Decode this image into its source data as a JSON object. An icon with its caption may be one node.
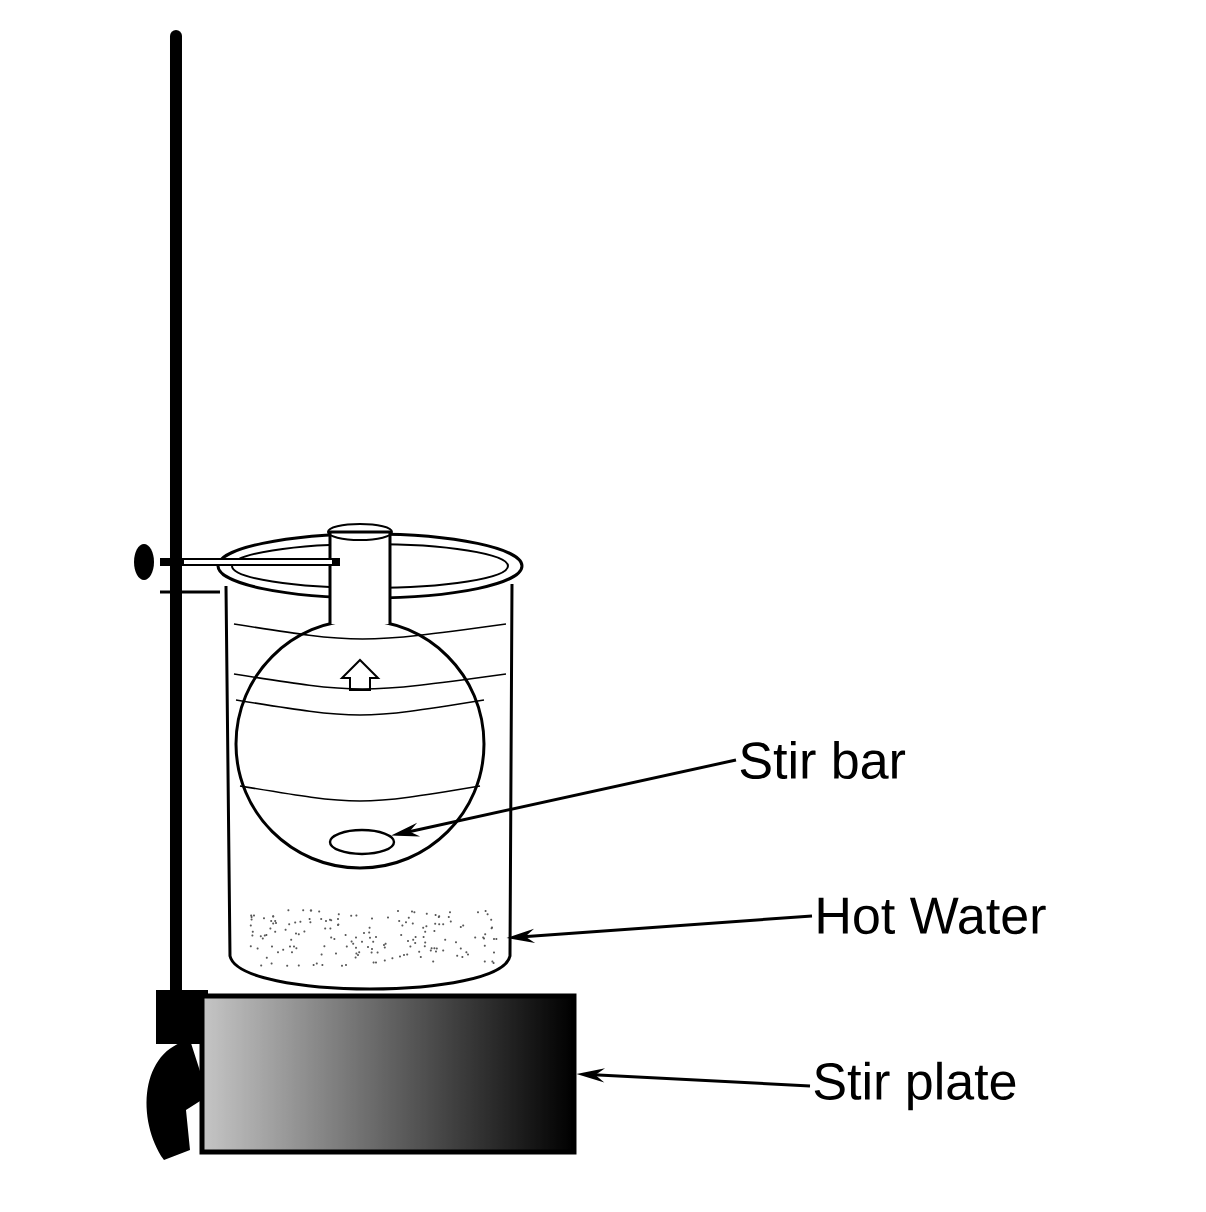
{
  "diagram": {
    "nodes": [
      {
        "text": [
          "Stir bar"
        ]
      },
      {
        "text": [
          "Hot Water"
        ]
      },
      {
        "text": [
          "Stir plate"
        ]
      },
      {
        "text": [],
        "shape": "bar"
      },
      {
        "text": [],
        "shape": "picture"
      },
      {
        "text": [],
        "shape": "box"
      }
    ],
    "edges": [
      {
        "from": 0,
        "to": 3,
        "arrow": "to"
      },
      {
        "from": 1,
        "to": 4,
        "arrow": "to"
      },
      {
        "from": 2,
        "to": 5,
        "arrow": "to"
      }
    ]
  }
}
